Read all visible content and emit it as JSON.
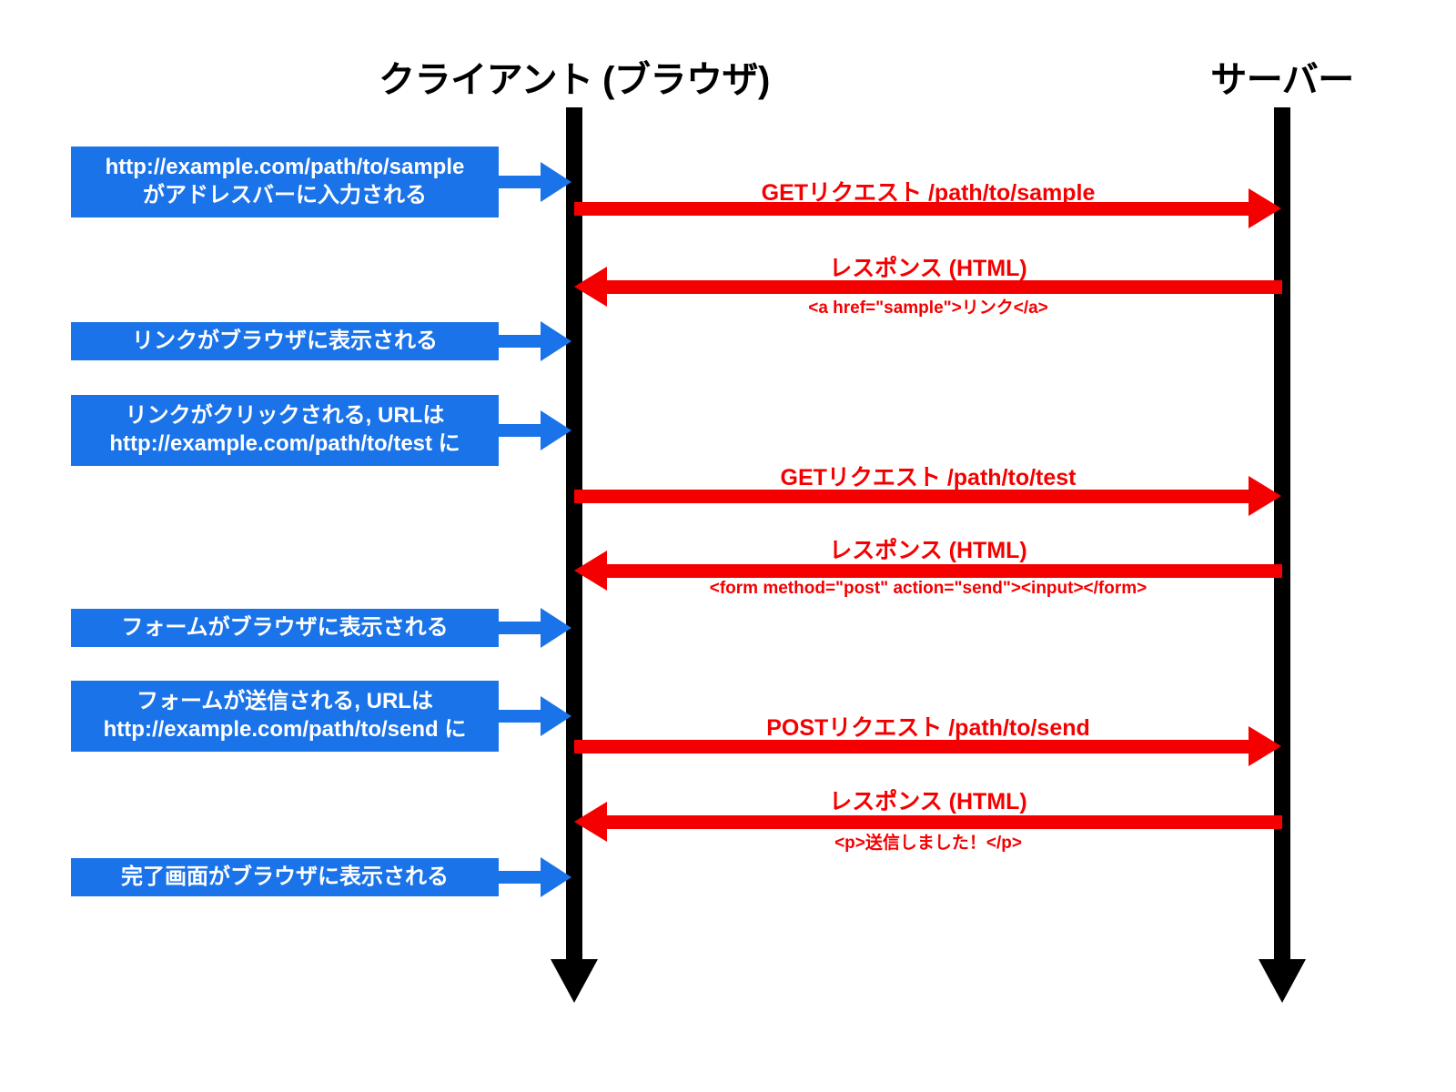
{
  "diagram": {
    "title": "HTTP request/response sequence diagram",
    "colors": {
      "lifeline": "#000000",
      "note_fill": "#1a73e8",
      "note_text": "#ffffff",
      "message": "#f40000",
      "background": "#ffffff"
    }
  },
  "actors": [
    {
      "id": "client",
      "label": "クライアント (ブラウザ)"
    },
    {
      "id": "server",
      "label": "サーバー"
    }
  ],
  "notes": [
    {
      "lines": [
        "http://example.com/path/to/sample",
        "がアドレスバーに入力される"
      ]
    },
    {
      "lines": [
        "リンクがブラウザに表示される"
      ]
    },
    {
      "lines": [
        "リンクがクリックされる, URLは",
        "http://example.com/path/to/test に"
      ]
    },
    {
      "lines": [
        "フォームがブラウザに表示される"
      ]
    },
    {
      "lines": [
        "フォームが送信される, URLは",
        "http://example.com/path/to/send に"
      ]
    },
    {
      "lines": [
        "完了画面がブラウザに表示される"
      ]
    }
  ],
  "messages": [
    {
      "label": "GETリクエスト /path/to/sample",
      "snippet": "",
      "direction": "request"
    },
    {
      "label": "レスポンス (HTML)",
      "snippet": "<a href=\"sample\">リンク</a>",
      "direction": "response"
    },
    {
      "label": "GETリクエスト /path/to/test",
      "snippet": "",
      "direction": "request"
    },
    {
      "label": "レスポンス (HTML)",
      "snippet": "<form method=\"post\" action=\"send\"><input></form>",
      "direction": "response"
    },
    {
      "label": "POSTリクエスト /path/to/send",
      "snippet": "",
      "direction": "request"
    },
    {
      "label": "レスポンス (HTML)",
      "snippet": "<p>送信しました！</p>",
      "direction": "response"
    }
  ]
}
